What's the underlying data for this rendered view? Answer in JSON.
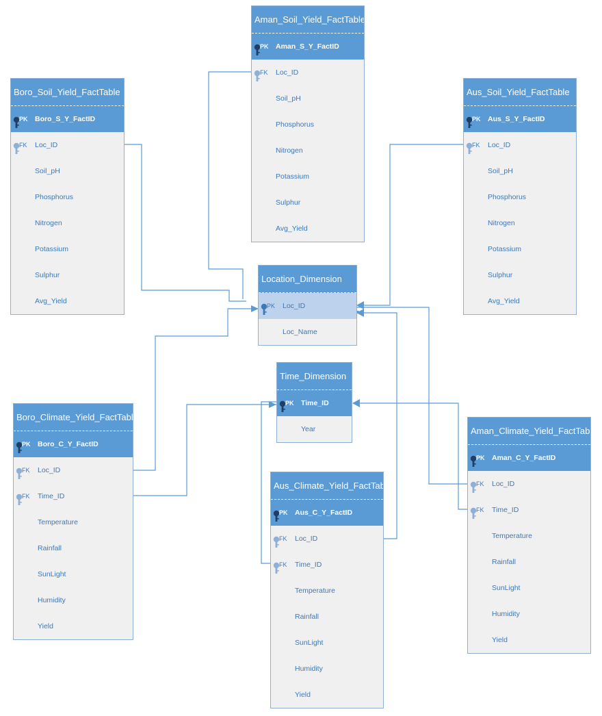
{
  "colors": {
    "header": "#5b9bd5",
    "row_bg": "#f0f0f0",
    "selected_row": "#bdd2ec",
    "text_blue": "#3d78b8",
    "line": "#5b9bd5"
  },
  "icons": {
    "primary_key": "key-icon",
    "foreign_key": "key-icon"
  },
  "tables": {
    "aman_soil": {
      "title": "Aman_Soil_Yield_FactTable",
      "rows": [
        {
          "kind": "PK",
          "name": "Aman_S_Y_FactID"
        },
        {
          "kind": "FK",
          "name": "Loc_ID"
        },
        {
          "kind": "",
          "name": "Soil_pH"
        },
        {
          "kind": "",
          "name": "Phosphorus"
        },
        {
          "kind": "",
          "name": "Nitrogen"
        },
        {
          "kind": "",
          "name": "Potassium"
        },
        {
          "kind": "",
          "name": "Sulphur"
        },
        {
          "kind": "",
          "name": "Avg_Yield"
        }
      ]
    },
    "boro_soil": {
      "title": "Boro_Soil_Yield_FactTable",
      "rows": [
        {
          "kind": "PK",
          "name": "Boro_S_Y_FactID"
        },
        {
          "kind": "FK",
          "name": "Loc_ID"
        },
        {
          "kind": "",
          "name": "Soil_pH"
        },
        {
          "kind": "",
          "name": "Phosphorus"
        },
        {
          "kind": "",
          "name": "Nitrogen"
        },
        {
          "kind": "",
          "name": "Potassium"
        },
        {
          "kind": "",
          "name": "Sulphur"
        },
        {
          "kind": "",
          "name": "Avg_Yield"
        }
      ]
    },
    "aus_soil": {
      "title": "Aus_Soil_Yield_FactTable",
      "rows": [
        {
          "kind": "PK",
          "name": "Aus_S_Y_FactID"
        },
        {
          "kind": "FK",
          "name": "Loc_ID"
        },
        {
          "kind": "",
          "name": "Soil_pH"
        },
        {
          "kind": "",
          "name": "Phosphorus"
        },
        {
          "kind": "",
          "name": "Nitrogen"
        },
        {
          "kind": "",
          "name": "Potassium"
        },
        {
          "kind": "",
          "name": "Sulphur"
        },
        {
          "kind": "",
          "name": "Avg_Yield"
        }
      ]
    },
    "location": {
      "title": "Location_Dimension",
      "rows": [
        {
          "kind": "PK",
          "name": "Loc_ID"
        },
        {
          "kind": "",
          "name": "Loc_Name"
        }
      ]
    },
    "time": {
      "title": "Time_Dimension",
      "rows": [
        {
          "kind": "PK",
          "name": "Time_ID"
        },
        {
          "kind": "",
          "name": "Year"
        }
      ]
    },
    "boro_climate": {
      "title": "Boro_Climate_Yield_FactTable",
      "rows": [
        {
          "kind": "PK",
          "name": "Boro_C_Y_FactID"
        },
        {
          "kind": "FK",
          "name": "Loc_ID"
        },
        {
          "kind": "FK",
          "name": "Time_ID"
        },
        {
          "kind": "",
          "name": "Temperature"
        },
        {
          "kind": "",
          "name": "Rainfall"
        },
        {
          "kind": "",
          "name": "SunLight"
        },
        {
          "kind": "",
          "name": "Humidity"
        },
        {
          "kind": "",
          "name": "Yield"
        }
      ]
    },
    "aus_climate": {
      "title": "Aus_Climate_Yield_FactTable",
      "rows": [
        {
          "kind": "PK",
          "name": "Aus_C_Y_FactID"
        },
        {
          "kind": "FK",
          "name": "Loc_ID"
        },
        {
          "kind": "FK",
          "name": "Time_ID"
        },
        {
          "kind": "",
          "name": "Temperature"
        },
        {
          "kind": "",
          "name": "Rainfall"
        },
        {
          "kind": "",
          "name": "SunLight"
        },
        {
          "kind": "",
          "name": "Humidity"
        },
        {
          "kind": "",
          "name": "Yield"
        }
      ]
    },
    "aman_climate": {
      "title": "Aman_Climate_Yield_FactTable",
      "rows": [
        {
          "kind": "PK",
          "name": "Aman_C_Y_FactID"
        },
        {
          "kind": "FK",
          "name": "Loc_ID"
        },
        {
          "kind": "FK",
          "name": "Time_ID"
        },
        {
          "kind": "",
          "name": "Temperature"
        },
        {
          "kind": "",
          "name": "Rainfall"
        },
        {
          "kind": "",
          "name": "SunLight"
        },
        {
          "kind": "",
          "name": "Humidity"
        },
        {
          "kind": "",
          "name": "Yield"
        }
      ]
    }
  }
}
